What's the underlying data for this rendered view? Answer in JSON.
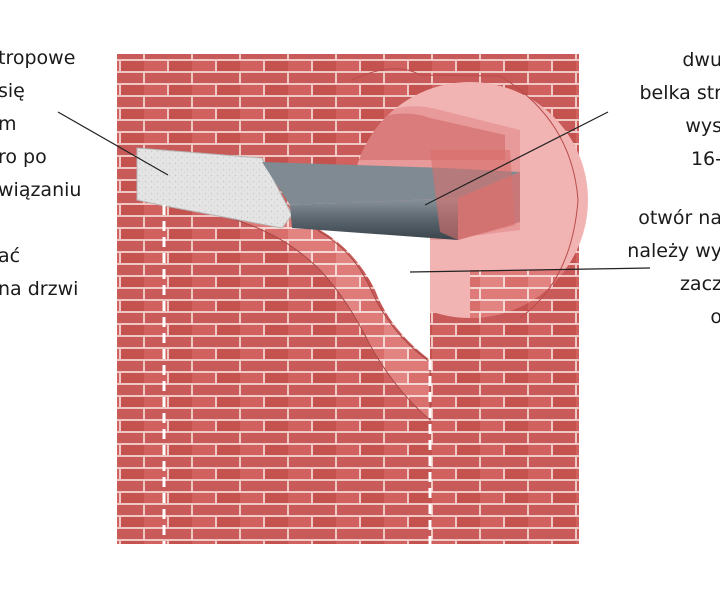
{
  "labels": {
    "left": [
      "tropowe",
      "się",
      "m",
      "ro po",
      "wiązaniu",
      "",
      "ać",
      "na drzwi"
    ],
    "right_top": [
      "dwu",
      "belka str",
      "wys",
      "16-"
    ],
    "right_mid": [
      "otwór na",
      "należy wy",
      "zacz",
      "o"
    ]
  },
  "colors": {
    "brick": "#c95a5a",
    "brick_light": "#e07b7b",
    "mortar": "#f1c7c3",
    "cutaway_pink": "#f2b3b3",
    "concrete": "#e3e3e3",
    "steel": "#5a6670",
    "door_opening": "#ffffff"
  }
}
